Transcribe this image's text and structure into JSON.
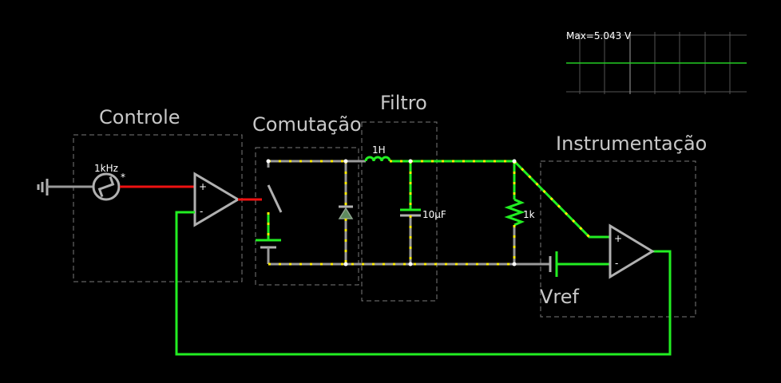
{
  "groups": {
    "control": "Controle",
    "switching": "Comutação",
    "filter": "Filtro",
    "instrumentation": "Instrumentação",
    "vref": "Vref"
  },
  "components": {
    "source_freq": "1kHz",
    "source_marker": "*",
    "inductor": "1H",
    "capacitor": "10µF",
    "resistor": "1k",
    "opamp_plus": "+",
    "opamp_minus": "-"
  },
  "scope": {
    "max_label": "Max=5.043 V"
  },
  "colors": {
    "background": "#000000",
    "wire_idle": "#9a9a9a",
    "wire_high": "#22ee22",
    "wire_low": "#ee1111",
    "current_dots": "#ffee00",
    "box": "#7a7a7a"
  }
}
